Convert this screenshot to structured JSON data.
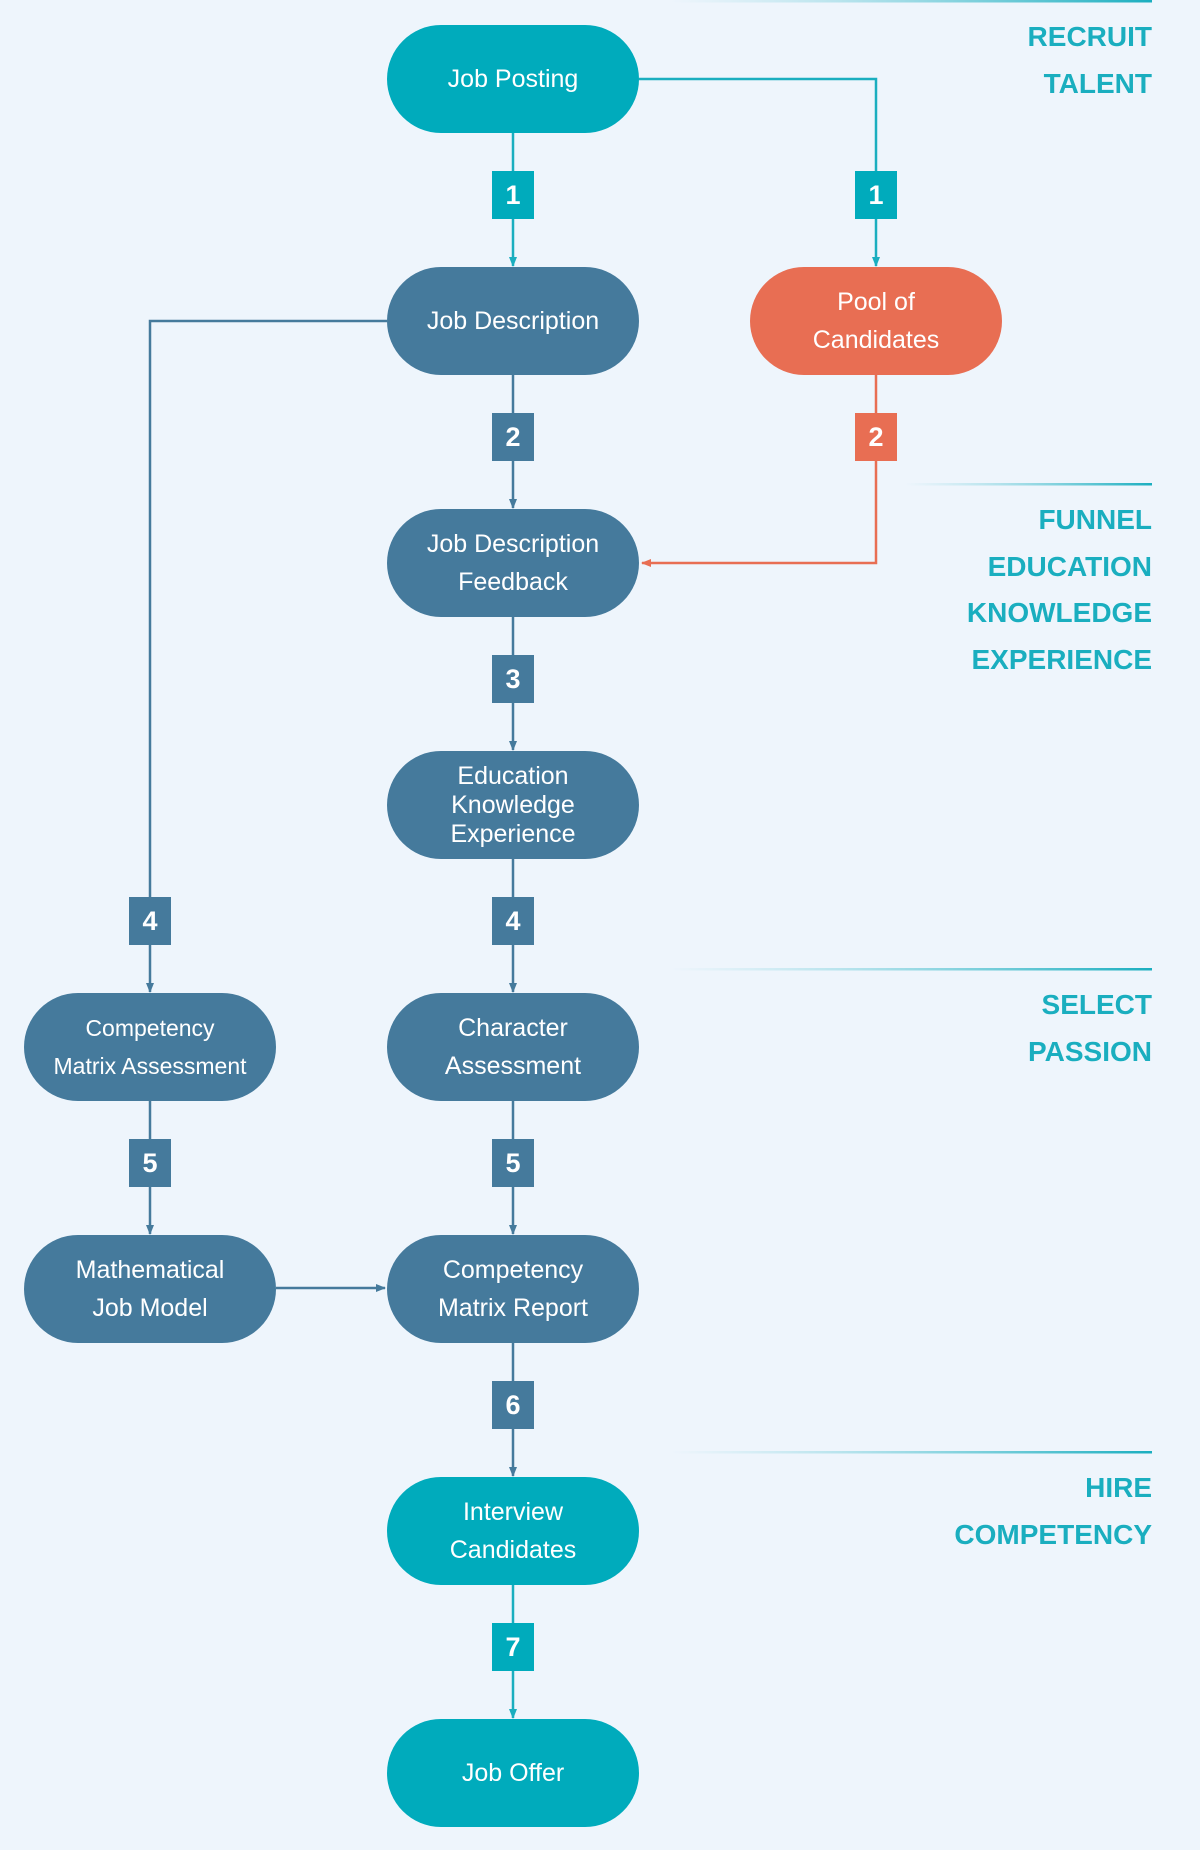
{
  "colors": {
    "background": "#eef5fc",
    "teal": "#00abbc",
    "slate": "#457a9c",
    "coral": "#e86e53",
    "stage_text": "#1aaebf"
  },
  "nodes": {
    "job_posting": {
      "label": "Job Posting"
    },
    "job_description": {
      "label": "Job Description"
    },
    "pool_of_candidates": {
      "label": "Pool of\nCandidates"
    },
    "job_description_feedback": {
      "label": "Job Description\nFeedback"
    },
    "education_knowledge_experience": {
      "label": "Education\nKnowledge\nExperience"
    },
    "competency_matrix_assessment": {
      "label": "Competency\nMatrix Assessment"
    },
    "character_assessment": {
      "label": "Character\nAssessment"
    },
    "mathematical_job_model": {
      "label": "Mathematical\nJob Model"
    },
    "competency_matrix_report": {
      "label": "Competency\nMatrix Report"
    },
    "interview_candidates": {
      "label": "Interview\nCandidates"
    },
    "job_offer": {
      "label": "Job Offer"
    }
  },
  "steps": {
    "posting_to_description": "1",
    "posting_to_pool": "1",
    "description_to_feedback": "2",
    "pool_to_feedback": "2",
    "feedback_to_education": "3",
    "description_to_competency_assessment": "4",
    "education_to_character": "4",
    "competency_assessment_to_job_model": "5",
    "character_to_report": "5",
    "report_to_interview": "6",
    "interview_to_offer": "7"
  },
  "stages": {
    "recruit": "RECRUIT\nTALENT",
    "funnel": "FUNNEL\nEDUCATION\nKNOWLEDGE\nEXPERIENCE",
    "select": "SELECT\nPASSION",
    "hire": "HIRE\nCOMPETENCY"
  }
}
